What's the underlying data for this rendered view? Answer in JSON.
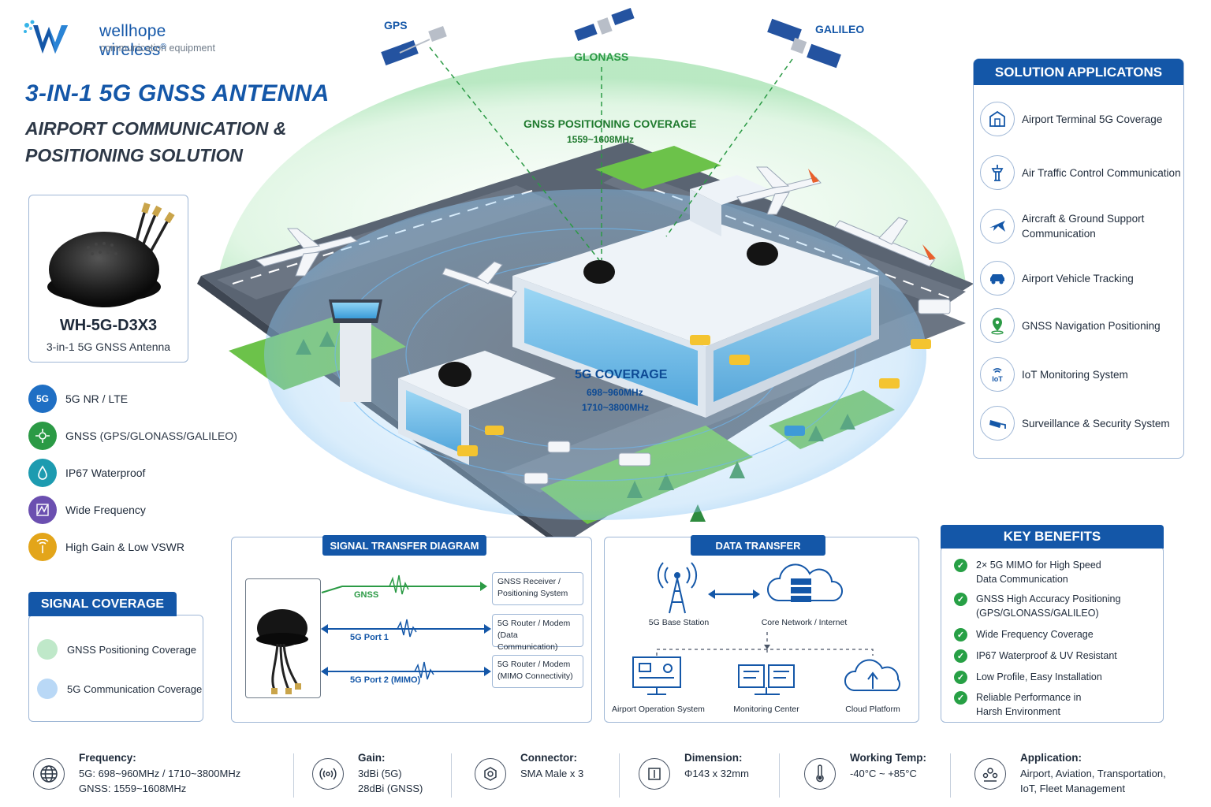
{
  "brand": {
    "name": "wellhope wireless",
    "registered": "®",
    "tagline": "communication equipment"
  },
  "title": {
    "main": "3-IN-1 5G GNSS ANTENNA",
    "line1": "AIRPORT COMMUNICATION &",
    "line2": "POSITIONING SOLUTION"
  },
  "product": {
    "model": "WH-5G-D3X3",
    "description": "3-in-1 5G GNSS Antenna"
  },
  "features": [
    {
      "icon": "5g-icon",
      "icon_text": "5G",
      "label": "5G NR / LTE",
      "detail": "",
      "color": "#1f6fc4"
    },
    {
      "icon": "gnss-icon",
      "icon_text": "",
      "label": "GNSS",
      "detail": "(GPS/GLONASS/GALILEO)",
      "color": "#2b9a45"
    },
    {
      "icon": "waterproof-icon",
      "icon_text": "",
      "label": "IP67 Waterproof",
      "detail": "",
      "color": "#1d9bb0"
    },
    {
      "icon": "frequency-icon",
      "icon_text": "",
      "label": "Wide Frequency",
      "detail": "",
      "color": "#6b4fb0"
    },
    {
      "icon": "gain-icon",
      "icon_text": "",
      "label": "High Gain & Low VSWR",
      "detail": "",
      "color": "#e3a51a"
    }
  ],
  "signal_coverage": {
    "title": "SIGNAL COVERAGE",
    "items": [
      {
        "label": "GNSS Positioning Coverage",
        "color": "#bfe8c9"
      },
      {
        "label": "5G Communication Coverage",
        "color": "#b9d8f6"
      }
    ]
  },
  "scene": {
    "satellites": [
      {
        "label": "GPS",
        "color": "#1457a8"
      },
      {
        "label": "GLONASS",
        "color": "#2b9a45"
      },
      {
        "label": "GALILEO",
        "color": "#1457a8"
      }
    ],
    "gnss_title": "GNSS POSITIONING COVERAGE",
    "gnss_freq": "1559~1608MHz",
    "g5_title": "5G COVERAGE",
    "g5_freq1": "698~960MHz",
    "g5_freq2": "1710~3800MHz"
  },
  "applications": {
    "title": "SOLUTION APPLICATONS",
    "items": [
      {
        "icon": "terminal-icon",
        "label": "Airport Terminal 5G Coverage"
      },
      {
        "icon": "control-tower-icon",
        "label": "Air Traffic Control Communication"
      },
      {
        "icon": "airplane-icon",
        "label": "Aircraft & Ground Support Communication"
      },
      {
        "icon": "vehicle-icon",
        "label": "Airport Vehicle Tracking"
      },
      {
        "icon": "location-pin-icon",
        "label": "GNSS Navigation Positioning"
      },
      {
        "icon": "iot-icon",
        "label": "IoT Monitoring System",
        "icon_text": "IoT"
      },
      {
        "icon": "camera-icon",
        "label": "Surveillance & Security System"
      }
    ]
  },
  "signal_transfer": {
    "title": "SIGNAL TRANSFER DIAGRAM",
    "rows": [
      {
        "label": "GNSS",
        "target_line1": "GNSS Receiver /",
        "target_line2": "Positioning System",
        "color": "#2b9a45"
      },
      {
        "label": "5G Port 1",
        "target_line1": "5G Router / Modem",
        "target_line2": "(Data Communication)",
        "color": "#1457a8"
      },
      {
        "label": "5G Port 2 (MIMO)",
        "target_line1": "5G Router / Modem",
        "target_line2": "(MIMO Connectivity)",
        "color": "#1457a8"
      }
    ]
  },
  "data_transfer": {
    "title": "DATA TRANSFER",
    "base_station": "5G Base Station",
    "core_network": "Core Network / Internet",
    "endpoints": [
      "Airport Operation System",
      "Monitoring Center",
      "Cloud Platform"
    ]
  },
  "key_benefits": {
    "title": "KEY BENEFITS",
    "items": [
      {
        "line1": "2× 5G MIMO for High Speed",
        "line2": "Data Communication"
      },
      {
        "line1": "GNSS High Accuracy Positioning",
        "line2": "(GPS/GLONASS/GALILEO)"
      },
      {
        "line1": "Wide Frequency Coverage",
        "line2": ""
      },
      {
        "line1": "IP67 Waterproof & UV Resistant",
        "line2": ""
      },
      {
        "line1": "Low Profile, Easy Installation",
        "line2": ""
      },
      {
        "line1": "Reliable Performance in",
        "line2": "Harsh Environment"
      }
    ]
  },
  "specs": [
    {
      "icon": "globe-icon",
      "title": "Frequency:",
      "line1": "5G: 698~960MHz / 1710~3800MHz",
      "line2": "GNSS: 1559~1608MHz"
    },
    {
      "icon": "signal-icon",
      "title": "Gain:",
      "line1": "3dBi (5G)",
      "line2": "28dBi (GNSS)"
    },
    {
      "icon": "connector-icon",
      "title": "Connector:",
      "line1": "SMA Male x 3",
      "line2": ""
    },
    {
      "icon": "dimension-icon",
      "title": "Dimension:",
      "line1": "Φ143 x 32mm",
      "line2": ""
    },
    {
      "icon": "thermometer-icon",
      "title": "Working Temp:",
      "line1": "-40°C ~ +85°C",
      "line2": ""
    },
    {
      "icon": "application-icon",
      "title": "Application:",
      "line1": "Airport, Aviation, Transportation,",
      "line2": "IoT, Fleet Management"
    }
  ],
  "colors": {
    "brand_blue": "#1457a8",
    "gnss_green": "#2b9a45",
    "coverage_blue": "#9fd0f5",
    "coverage_green": "#c9efcf"
  }
}
